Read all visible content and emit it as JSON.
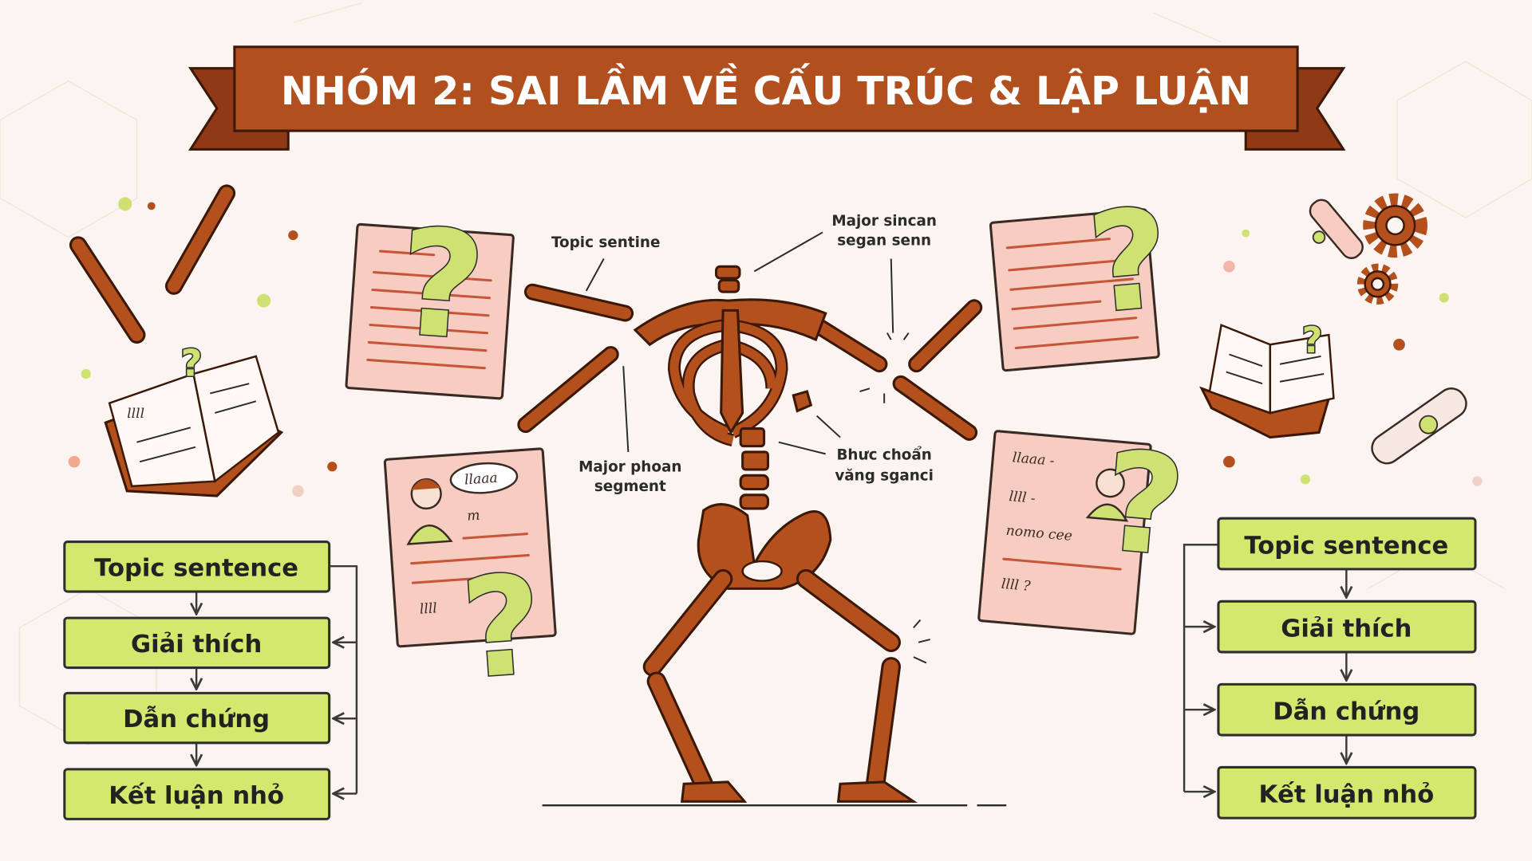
{
  "title": "NHÓM 2: SAI LẦM VỀ CẤU TRÚC & LẬP LUẬN",
  "skeleton_labels": {
    "topic": "Topic sentine",
    "major_sincan_1": "Major sincan",
    "major_sincan_2": "segan senn",
    "major_phoan_1": "Major phoan",
    "major_phoan_2": "segment",
    "bhuc_1": "Bhưc choẩn",
    "bhuc_2": "văng sganci"
  },
  "left_flow": [
    "Topic sentence",
    "Giải thích",
    "Dẫn chứng",
    "Kết luận nhỏ"
  ],
  "right_flow": [
    "Topic sentence",
    "Giải thích",
    "Dẫn chứng",
    "Kết luận nhỏ"
  ],
  "doc_scribbles": {
    "speech": "llaaa",
    "mm": "m",
    "left_bottom": "llll",
    "right_1": "llaaa -",
    "right_2": "llll -",
    "right_3": "nomo cee",
    "right_4": "llll ?"
  },
  "colors": {
    "banner": "#b24f1e",
    "bone": "#b4501c",
    "box": "#d5e86e",
    "doc": "#f8cdc1",
    "background": "#fbf4f0"
  }
}
